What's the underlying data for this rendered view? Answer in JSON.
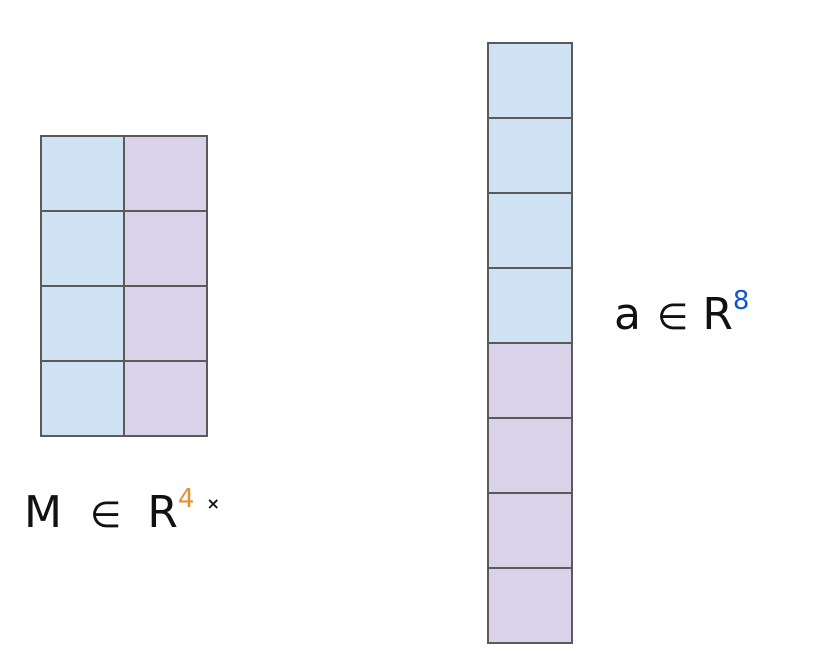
{
  "colors": {
    "first_half": "#cfe2f3",
    "second_half": "#d9d2e9",
    "border": "#5a5a5a",
    "matrix_exponent": "#e69138",
    "vector_exponent": "#1155cc"
  },
  "matrix": {
    "rows": 4,
    "cols": 2,
    "column_fills": [
      "first_half",
      "second_half"
    ],
    "label": {
      "symbol": "M",
      "element_of": "∈",
      "space": "R",
      "exponent": "4",
      "times": "×"
    }
  },
  "vector": {
    "length": 8,
    "cell_fills": [
      "first_half",
      "first_half",
      "first_half",
      "first_half",
      "second_half",
      "second_half",
      "second_half",
      "second_half"
    ],
    "label": {
      "symbol": "a",
      "element_of": "∈",
      "space": "R",
      "exponent": "8"
    }
  }
}
